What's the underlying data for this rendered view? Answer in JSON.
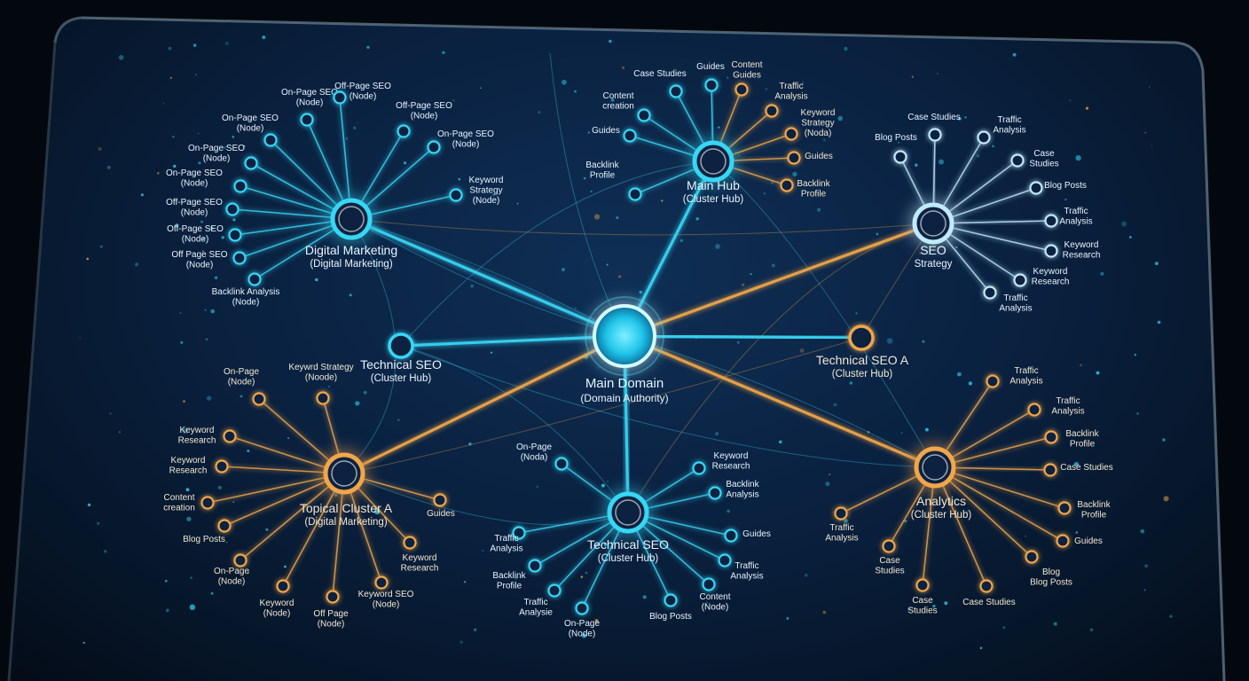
{
  "colors": {
    "cyan": "#37d6f5",
    "gold": "#f0a64a",
    "pale": "#bfeaff",
    "text": "#e8f4ff"
  },
  "nodes": [
    {
      "id": "main",
      "kind": "main",
      "color": "cyan",
      "lines": [
        "Main Domain",
        "(Domain Authority)"
      ]
    },
    {
      "id": "dm",
      "kind": "hub",
      "color": "cyan",
      "lines": [
        "Digital Marketing",
        "(Digital Marketing)"
      ]
    },
    {
      "id": "mh",
      "kind": "hub",
      "color": "cyan",
      "lines": [
        "Main Hub",
        "(Cluster Hub)"
      ]
    },
    {
      "id": "seo",
      "kind": "hub",
      "color": "pale",
      "lines": [
        "SEO",
        "Strategy"
      ]
    },
    {
      "id": "ts_left",
      "kind": "hub-small",
      "color": "cyan",
      "lines": [
        "Technical SEO",
        "(Cluster Hub)"
      ]
    },
    {
      "id": "ts_a",
      "kind": "hub-small",
      "color": "gold",
      "lines": [
        "Technical SEO A",
        "(Cluster Hub)"
      ]
    },
    {
      "id": "tca",
      "kind": "hub",
      "color": "gold",
      "lines": [
        "Topical Cluster A",
        "(Digital Marketing)"
      ]
    },
    {
      "id": "ts_bottom",
      "kind": "hub",
      "color": "cyan",
      "lines": [
        "Technical SEO",
        "(Cluster Hub)"
      ]
    },
    {
      "id": "an",
      "kind": "hub",
      "color": "gold",
      "lines": [
        "Analytics",
        "(Cluster Hub)"
      ]
    },
    {
      "id": "dm1",
      "parent": "dm",
      "kind": "leaf",
      "color": "cyan",
      "lines": [
        "On-Page SEO",
        "(Node)"
      ]
    },
    {
      "id": "dm2",
      "parent": "dm",
      "kind": "leaf",
      "color": "cyan",
      "lines": [
        "On-Page SEO",
        "(Node)"
      ]
    },
    {
      "id": "dm3",
      "parent": "dm",
      "kind": "leaf",
      "color": "cyan",
      "lines": [
        "Off-Page SEO",
        "(Node)"
      ]
    },
    {
      "id": "dm4",
      "parent": "dm",
      "kind": "leaf",
      "color": "cyan",
      "lines": [
        "Off-Page SEO",
        "(Node)"
      ]
    },
    {
      "id": "dm5",
      "parent": "dm",
      "kind": "leaf",
      "color": "cyan",
      "lines": [
        "On-Page SEO",
        "(Node)"
      ]
    },
    {
      "id": "dm6",
      "parent": "dm",
      "kind": "leaf",
      "color": "cyan",
      "lines": [
        "Keyword",
        "Strategy",
        "(Node)"
      ]
    },
    {
      "id": "dm7",
      "parent": "dm",
      "kind": "leaf",
      "color": "cyan",
      "lines": [
        "On-Page SEO",
        "(Node)"
      ]
    },
    {
      "id": "dm8",
      "parent": "dm",
      "kind": "leaf",
      "color": "cyan",
      "lines": [
        "On-Page SEO",
        "(Node)"
      ]
    },
    {
      "id": "dm9",
      "parent": "dm",
      "kind": "leaf",
      "color": "cyan",
      "lines": [
        "Off-Page SEO",
        "(Node)"
      ]
    },
    {
      "id": "dm10",
      "parent": "dm",
      "kind": "leaf",
      "color": "cyan",
      "lines": [
        "Off-Page SEO",
        "(Node)"
      ]
    },
    {
      "id": "dm11",
      "parent": "dm",
      "kind": "leaf",
      "color": "cyan",
      "lines": [
        "Off Page SEO",
        "(Node)"
      ]
    },
    {
      "id": "dm12",
      "parent": "dm",
      "kind": "leaf",
      "color": "cyan",
      "lines": [
        "Backlink Analysis",
        "(Node)"
      ]
    },
    {
      "id": "mh1",
      "parent": "mh",
      "kind": "leaf",
      "color": "cyan",
      "lines": [
        "Case Studies"
      ]
    },
    {
      "id": "mh2",
      "parent": "mh",
      "kind": "leaf",
      "color": "cyan",
      "lines": [
        "Guides"
      ]
    },
    {
      "id": "mh3",
      "parent": "mh",
      "kind": "leaf",
      "color": "gold",
      "lines": [
        "Content",
        "Guides"
      ]
    },
    {
      "id": "mh4",
      "parent": "mh",
      "kind": "leaf",
      "color": "gold",
      "lines": [
        "Traffic",
        "Analysis"
      ]
    },
    {
      "id": "mh5",
      "parent": "mh",
      "kind": "leaf",
      "color": "gold",
      "lines": [
        "Keyword",
        "Strategy",
        "(Noda)"
      ]
    },
    {
      "id": "mh6",
      "parent": "mh",
      "kind": "leaf",
      "color": "gold",
      "lines": [
        "Guides"
      ]
    },
    {
      "id": "mh7",
      "parent": "mh",
      "kind": "leaf",
      "color": "gold",
      "lines": [
        "Backlink",
        "Profile"
      ]
    },
    {
      "id": "mh8",
      "parent": "mh",
      "kind": "leaf",
      "color": "cyan",
      "lines": [
        "Content",
        "creation"
      ]
    },
    {
      "id": "mh9",
      "parent": "mh",
      "kind": "leaf",
      "color": "cyan",
      "lines": [
        "Guides"
      ]
    },
    {
      "id": "mh10",
      "parent": "mh",
      "kind": "leaf",
      "color": "cyan",
      "lines": [
        "Backlink",
        "Profile"
      ]
    },
    {
      "id": "seo1",
      "parent": "seo",
      "kind": "leaf",
      "color": "pale",
      "lines": [
        "Case Studies"
      ]
    },
    {
      "id": "seo2",
      "parent": "seo",
      "kind": "leaf",
      "color": "pale",
      "lines": [
        "Traffic",
        "Analysis"
      ]
    },
    {
      "id": "seo3",
      "parent": "seo",
      "kind": "leaf",
      "color": "pale",
      "lines": [
        "Blog Posts"
      ]
    },
    {
      "id": "seo4",
      "parent": "seo",
      "kind": "leaf",
      "color": "pale",
      "lines": [
        "Case",
        "Studies"
      ]
    },
    {
      "id": "seo5",
      "parent": "seo",
      "kind": "leaf",
      "color": "pale",
      "lines": [
        "Blog Posts"
      ]
    },
    {
      "id": "seo6",
      "parent": "seo",
      "kind": "leaf",
      "color": "pale",
      "lines": [
        "Traffic",
        "Analysis"
      ]
    },
    {
      "id": "seo7",
      "parent": "seo",
      "kind": "leaf",
      "color": "pale",
      "lines": [
        "Keyword",
        "Research"
      ]
    },
    {
      "id": "seo8",
      "parent": "seo",
      "kind": "leaf",
      "color": "pale",
      "lines": [
        "Keyword",
        "Research"
      ]
    },
    {
      "id": "seo9",
      "parent": "seo",
      "kind": "leaf",
      "color": "pale",
      "lines": [
        "Traffic",
        "Analysis"
      ]
    },
    {
      "id": "tca1",
      "parent": "tca",
      "kind": "leaf",
      "color": "gold",
      "lines": [
        "On-Page",
        "(Node)"
      ]
    },
    {
      "id": "tca2",
      "parent": "tca",
      "kind": "leaf",
      "color": "gold",
      "lines": [
        "Keywrd Strategy",
        "(Noode)"
      ]
    },
    {
      "id": "tca3",
      "parent": "tca",
      "kind": "leaf",
      "color": "gold",
      "lines": [
        "Keyword",
        "Research"
      ]
    },
    {
      "id": "tca4",
      "parent": "tca",
      "kind": "leaf",
      "color": "gold",
      "lines": [
        "Keyword",
        "Research"
      ]
    },
    {
      "id": "tca5",
      "parent": "tca",
      "kind": "leaf",
      "color": "gold",
      "lines": [
        "Content",
        "creation"
      ]
    },
    {
      "id": "tca6",
      "parent": "tca",
      "kind": "leaf",
      "color": "gold",
      "lines": [
        "Blog Posts"
      ]
    },
    {
      "id": "tca7",
      "parent": "tca",
      "kind": "leaf",
      "color": "gold",
      "lines": [
        "On-Page",
        "(Node)"
      ]
    },
    {
      "id": "tca8",
      "parent": "tca",
      "kind": "leaf",
      "color": "gold",
      "lines": [
        "Keyword",
        "(Node)"
      ]
    },
    {
      "id": "tca9",
      "parent": "tca",
      "kind": "leaf",
      "color": "gold",
      "lines": [
        "Off Page",
        "(Node)"
      ]
    },
    {
      "id": "tca10",
      "parent": "tca",
      "kind": "leaf",
      "color": "gold",
      "lines": [
        "Keyword SEO",
        "(Node)"
      ]
    },
    {
      "id": "tca11",
      "parent": "tca",
      "kind": "leaf",
      "color": "gold",
      "lines": [
        "Keyword",
        "Research"
      ]
    },
    {
      "id": "tca12",
      "parent": "tca",
      "kind": "leaf",
      "color": "gold",
      "lines": [
        "Guides"
      ]
    },
    {
      "id": "tsb1",
      "parent": "ts_bottom",
      "kind": "leaf",
      "color": "cyan",
      "lines": [
        "On-Page",
        "(Noda)"
      ]
    },
    {
      "id": "tsb2",
      "parent": "ts_bottom",
      "kind": "leaf",
      "color": "cyan",
      "lines": [
        "Keyword",
        "Research"
      ]
    },
    {
      "id": "tsb3",
      "parent": "ts_bottom",
      "kind": "leaf",
      "color": "cyan",
      "lines": [
        "Backlink",
        "Analysis"
      ]
    },
    {
      "id": "tsb4",
      "parent": "ts_bottom",
      "kind": "leaf",
      "color": "cyan",
      "lines": [
        "Guides"
      ]
    },
    {
      "id": "tsb5",
      "parent": "ts_bottom",
      "kind": "leaf",
      "color": "cyan",
      "lines": [
        "Traffic",
        "Analysis"
      ]
    },
    {
      "id": "tsb6",
      "parent": "ts_bottom",
      "kind": "leaf",
      "color": "cyan",
      "lines": [
        "Content",
        "(Node)"
      ]
    },
    {
      "id": "tsb7",
      "parent": "ts_bottom",
      "kind": "leaf",
      "color": "cyan",
      "lines": [
        "Blog Posts"
      ]
    },
    {
      "id": "tsb8",
      "parent": "ts_bottom",
      "kind": "leaf",
      "color": "cyan",
      "lines": [
        "On-Page",
        "(Node)"
      ]
    },
    {
      "id": "tsb9",
      "parent": "ts_bottom",
      "kind": "leaf",
      "color": "cyan",
      "lines": [
        "Traffic",
        "Analysie"
      ]
    },
    {
      "id": "tsb10",
      "parent": "ts_bottom",
      "kind": "leaf",
      "color": "cyan",
      "lines": [
        "Backlink",
        "Profile"
      ]
    },
    {
      "id": "tsb11",
      "parent": "ts_bottom",
      "kind": "leaf",
      "color": "cyan",
      "lines": [
        "Traffic",
        "Analysis"
      ]
    },
    {
      "id": "an1",
      "parent": "an",
      "kind": "leaf",
      "color": "gold",
      "lines": [
        "Traffic",
        "Analysis"
      ]
    },
    {
      "id": "an2",
      "parent": "an",
      "kind": "leaf",
      "color": "gold",
      "lines": [
        "Traffic",
        "Analysis"
      ]
    },
    {
      "id": "an3",
      "parent": "an",
      "kind": "leaf",
      "color": "gold",
      "lines": [
        "Backlink",
        "Profile"
      ]
    },
    {
      "id": "an4",
      "parent": "an",
      "kind": "leaf",
      "color": "gold",
      "lines": [
        "Case Studies"
      ]
    },
    {
      "id": "an5",
      "parent": "an",
      "kind": "leaf",
      "color": "gold",
      "lines": [
        "Backlink",
        "Profile"
      ]
    },
    {
      "id": "an6",
      "parent": "an",
      "kind": "leaf",
      "color": "gold",
      "lines": [
        "Guides"
      ]
    },
    {
      "id": "an7",
      "parent": "an",
      "kind": "leaf",
      "color": "gold",
      "lines": [
        "Blog",
        "Blog Posts"
      ]
    },
    {
      "id": "an8",
      "parent": "an",
      "kind": "leaf",
      "color": "gold",
      "lines": [
        "Case Studies"
      ]
    },
    {
      "id": "an9",
      "parent": "an",
      "kind": "leaf",
      "color": "gold",
      "lines": [
        "Case",
        "Studies"
      ]
    },
    {
      "id": "an10",
      "parent": "an",
      "kind": "leaf",
      "color": "gold",
      "lines": [
        "Case",
        "Studies"
      ]
    },
    {
      "id": "an11",
      "parent": "an",
      "kind": "leaf",
      "color": "gold",
      "lines": [
        "Traffic",
        "Analysis"
      ]
    }
  ],
  "edges": [
    {
      "from": "main",
      "to": "dm",
      "color": "cyan"
    },
    {
      "from": "main",
      "to": "mh",
      "color": "cyan"
    },
    {
      "from": "main",
      "to": "seo",
      "color": "gold"
    },
    {
      "from": "main",
      "to": "ts_left",
      "color": "cyan"
    },
    {
      "from": "main",
      "to": "ts_a",
      "color": "cyan"
    },
    {
      "from": "main",
      "to": "tca",
      "color": "gold"
    },
    {
      "from": "main",
      "to": "ts_bottom",
      "color": "cyan"
    },
    {
      "from": "main",
      "to": "an",
      "color": "gold"
    }
  ]
}
